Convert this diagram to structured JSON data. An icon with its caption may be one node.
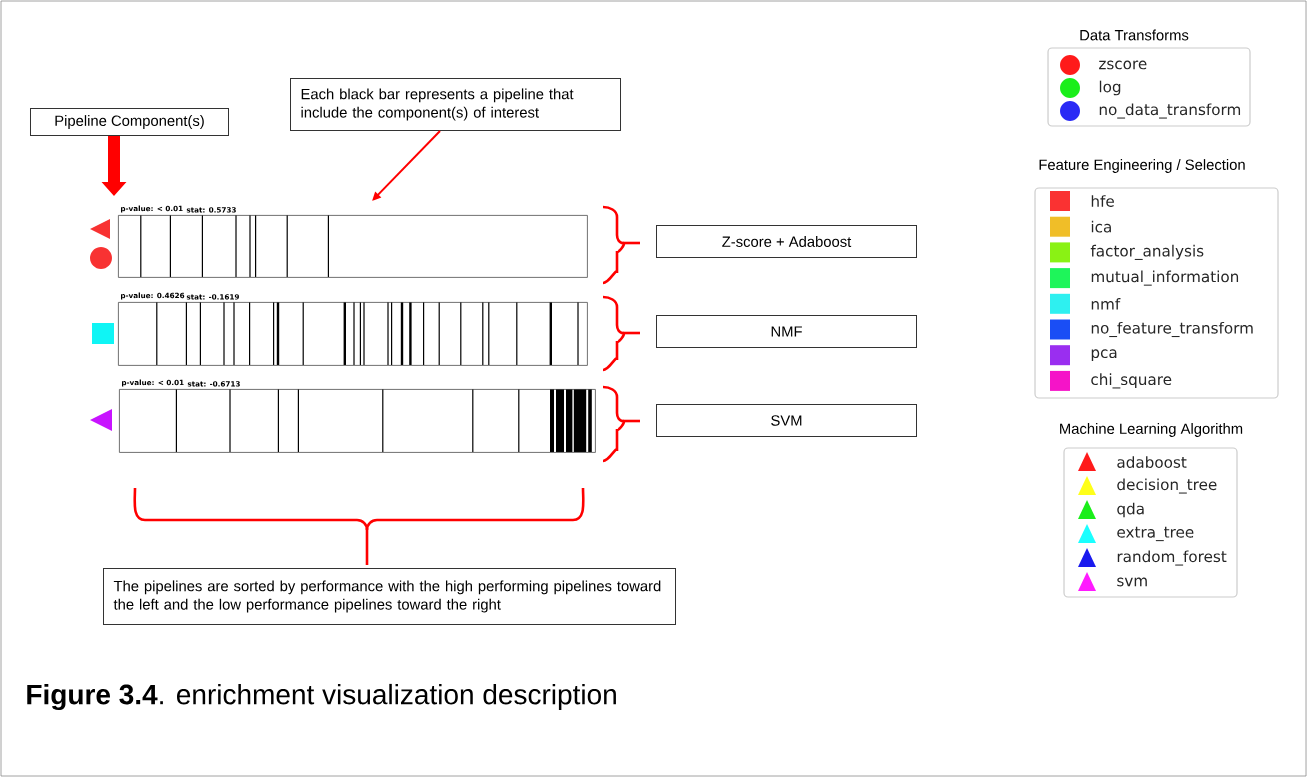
{
  "diagram": {
    "caption": "**Figure 3.4**. enrichment visualization description",
    "nodes": [
      {
        "text": [
          "Pipeline Component(s)"
        ]
      },
      {
        "text": [
          "Each black bar represents a pipeline that include the component(s) of interest"
        ]
      },
      {
        "text": [
          "p-value: < 0.01",
          "stat: 0.5733"
        ]
      },
      {
        "text": [
          "p-value: 0.4626",
          "stat: -0.1619"
        ]
      },
      {
        "text": [
          "p-value: < 0.01",
          "stat: -0.6713"
        ]
      },
      {
        "text": [
          "Z-score + Adaboost"
        ]
      },
      {
        "text": [
          "NMF"
        ]
      },
      {
        "text": [
          "SVM"
        ]
      },
      {
        "text": [
          "The pipelines are sorted by performance with the high performing pipelines toward the left and the low performance pipelines toward the right"
        ]
      }
    ],
    "edges": [
      {
        "from": 0,
        "to": 2,
        "arrow": "to",
        "style": "thick"
      },
      {
        "from": 1,
        "to": 2,
        "arrow": "to"
      }
    ],
    "labels": [
      "Data Transforms",
      "Feature Engineering / Selection",
      "Machine Learning Algorithm"
    ],
    "legend": [
      {
        "text": "zscore",
        "color": "#ff1a1a"
      },
      {
        "text": "log",
        "color": "#1aee1a"
      },
      {
        "text": "no_data_transform",
        "color": "#2a2af5"
      },
      {
        "text": "hfe",
        "color": "#fa3232"
      },
      {
        "text": "ica",
        "color": "#f0be28"
      },
      {
        "text": "factor_analysis",
        "color": "#8af214"
      },
      {
        "text": "mutual_information",
        "color": "#1ef55a"
      },
      {
        "text": "nmf",
        "color": "#2ef0f0"
      },
      {
        "text": "no_feature_transform",
        "color": "#1a4ef5"
      },
      {
        "text": "pca",
        "color": "#9a2ef0"
      },
      {
        "text": "chi_square",
        "color": "#f514c8"
      },
      {
        "text": "adaboost",
        "color": "#ff1a1a"
      },
      {
        "text": "decision_tree",
        "color": "#ffff1a"
      },
      {
        "text": "qda",
        "color": "#1aee1a"
      },
      {
        "text": "extra_tree",
        "color": "#1affff"
      },
      {
        "text": "random_forest",
        "color": "#1a1aee"
      },
      {
        "text": "svm",
        "color": "#ff1aff"
      }
    ]
  }
}
